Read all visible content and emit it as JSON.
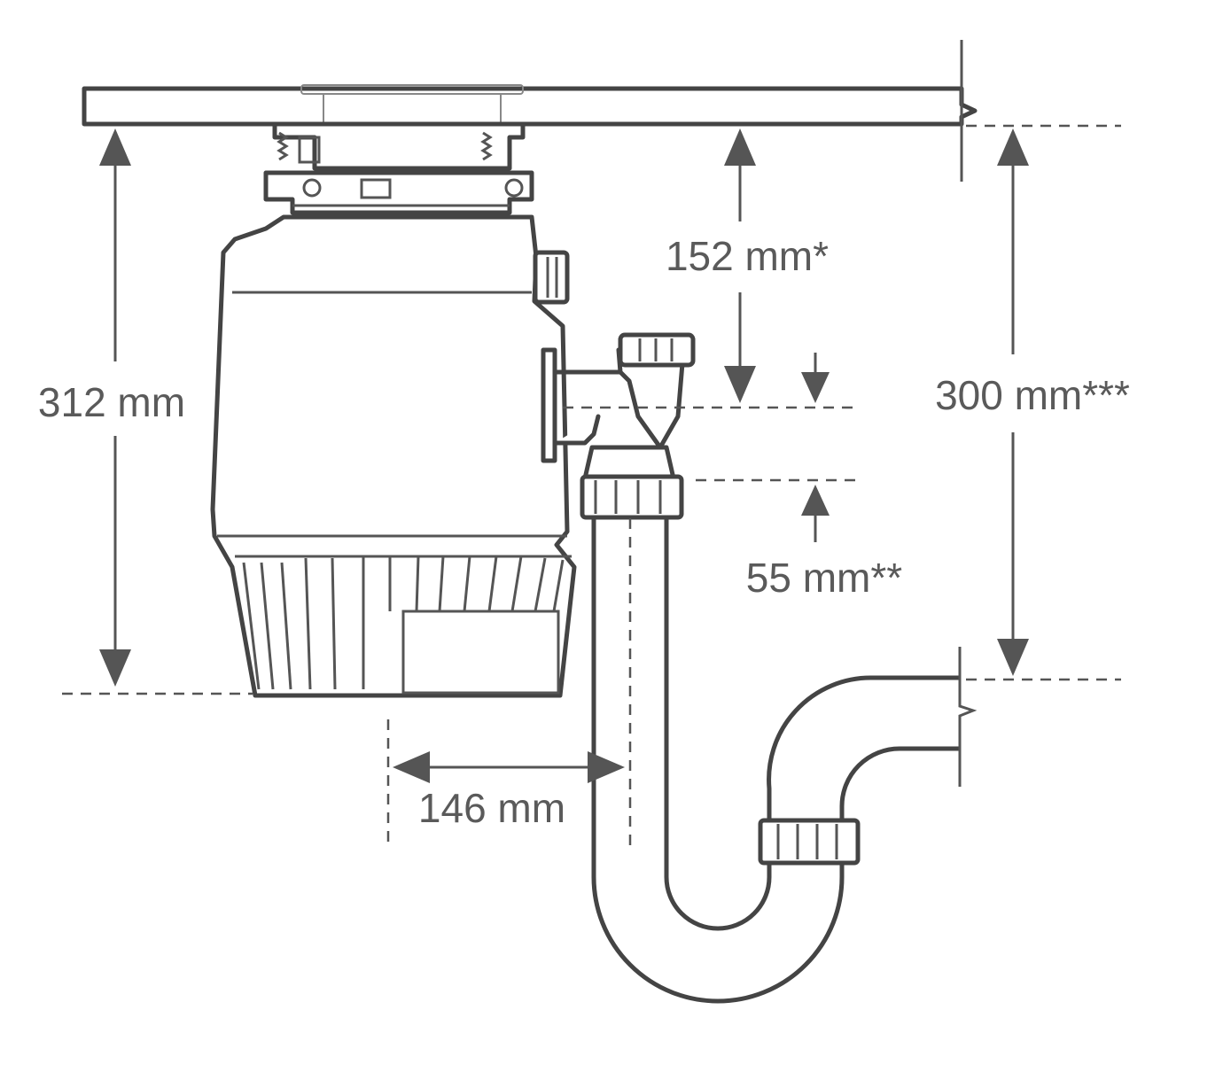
{
  "dimensions": {
    "unit_height": "312 mm",
    "inlet_drop": "152 mm*",
    "outlet_to_trap": "300 mm***",
    "outlet_offset": "55 mm**",
    "horizontal_offset": "146 mm"
  },
  "colors": {
    "line": "#444444",
    "dimension": "#555555",
    "text": "#5a5a5a",
    "background": "#ffffff"
  }
}
